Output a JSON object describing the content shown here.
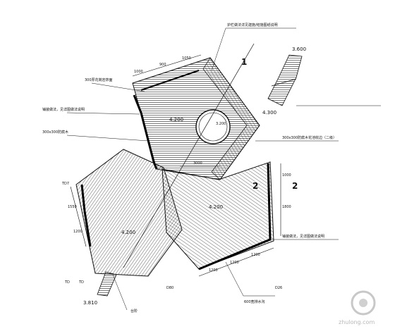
{
  "annotations": {
    "top_note": "护栏做法详见建施/结施图纸说明",
    "left_1": "300厚花岗岩饰面",
    "left_2": "铺装做法，见详图做法说明",
    "left_3": "300x300防腐木",
    "right_1": "300x300防腐木花池收边（二级）",
    "right_2": "铺装做法，见详图做法说明",
    "bottom_label": "台阶",
    "bottom_center": "600宽排水沟"
  },
  "levels": {
    "top_right": "3.600",
    "center_up": "4.200",
    "center": "4.200",
    "right_upper": "4.300",
    "left_deck": "4.200",
    "lower_left": "3.810",
    "circle": "3.200"
  },
  "section_marks": {
    "mark_1": "1",
    "mark_2": "2",
    "mark_2b": "2"
  },
  "codes": {
    "left_upper": "TD7",
    "left_lower": "TD",
    "left_lower2": "TD",
    "bottom_1": "D80",
    "bottom_2": "D26"
  },
  "dims": {
    "center_top": "3000",
    "top_left_a": "1000",
    "top_left_b": "900",
    "top_left_c": "1050",
    "right_a": "1000",
    "right_b": "1800",
    "bottom_a": "1200",
    "bottom_b": "1200",
    "bottom_c": "1200",
    "left_a": "1550",
    "left_b": "1200"
  },
  "watermark": {
    "text": "zhulong.com"
  }
}
